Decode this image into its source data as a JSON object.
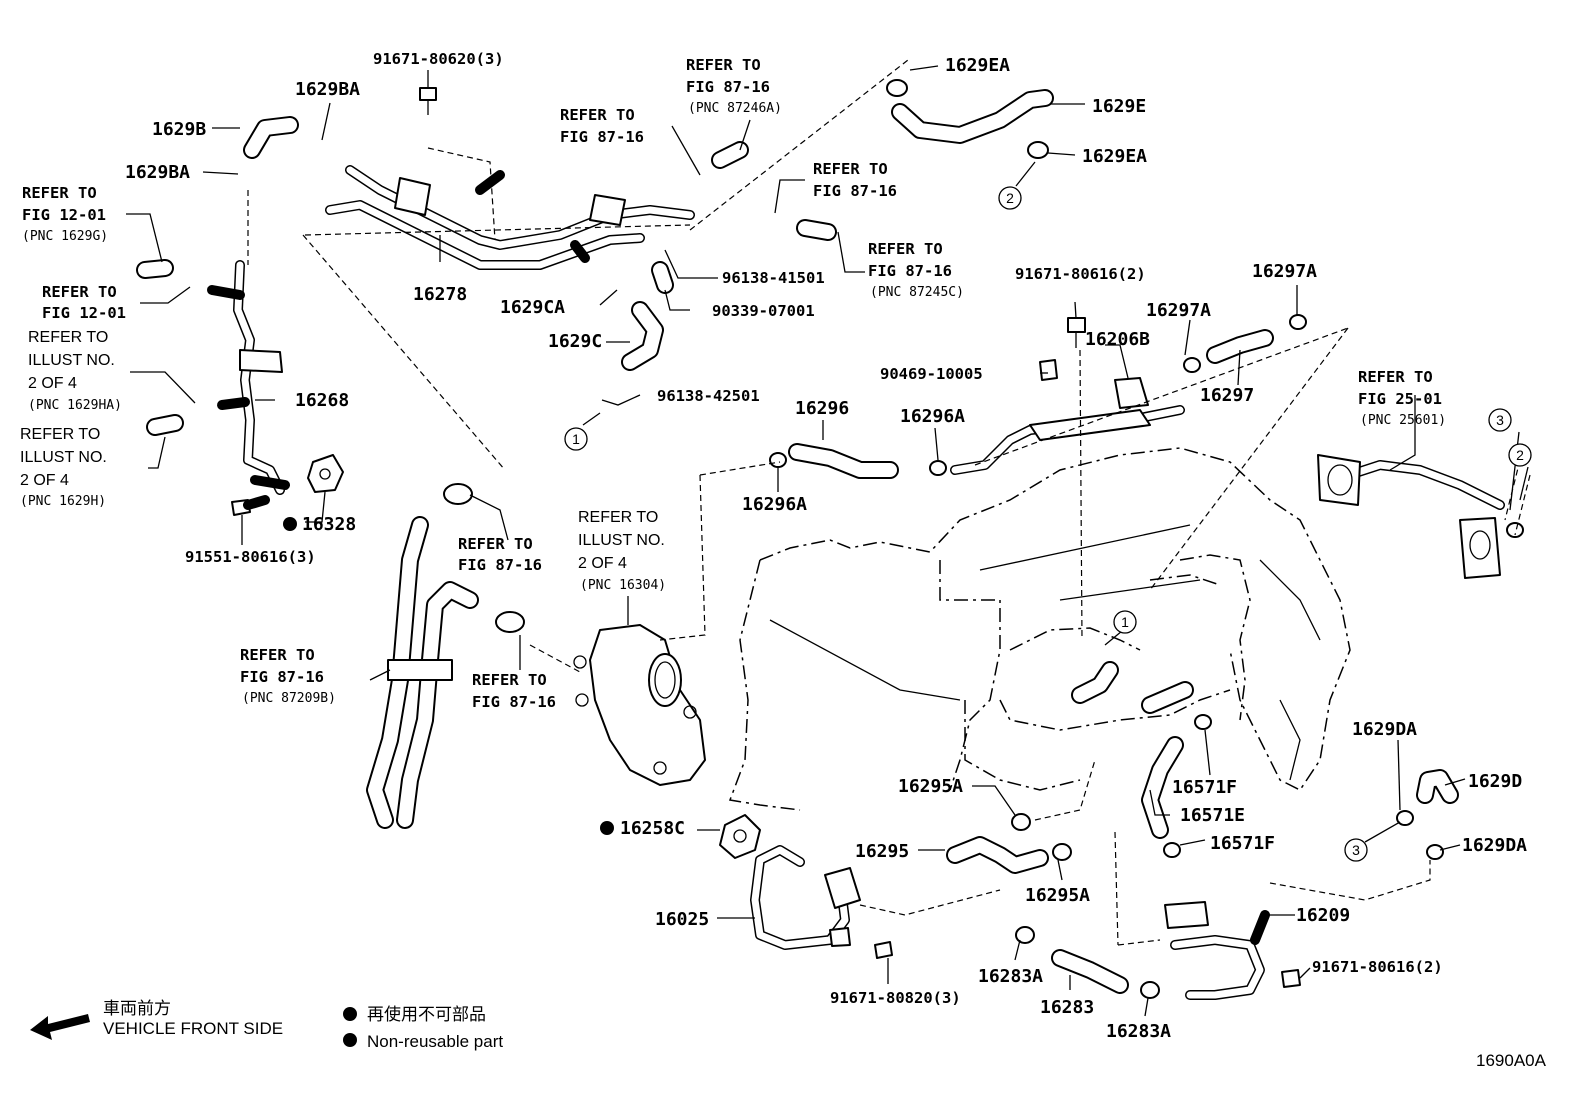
{
  "labels": {
    "l_91671_80620": "91671-80620(3)",
    "l_1629BA_top": "1629BA",
    "l_1629B": "1629B",
    "l_1629BA_left": "1629BA",
    "l_16278": "16278",
    "l_1629CA": "1629CA",
    "l_1629C": "1629C",
    "l_96138_41501": "96138-41501",
    "l_90339_07001": "90339-07001",
    "l_96138_42501": "96138-42501",
    "l_16268": "16268",
    "l_16328": "16328",
    "l_91551_80616": "91551-80616(3)",
    "l_1629EA_top": "1629EA",
    "l_1629E": "1629E",
    "l_1629EA_mid": "1629EA",
    "l_91671_80616_top": "91671-80616(2)",
    "l_16206B": "16206B",
    "l_90469_10005": "90469-10005",
    "l_16296": "16296",
    "l_16296A_top": "16296A",
    "l_16296A_bot": "16296A",
    "l_16297A_left": "16297A",
    "l_16297A_right": "16297A",
    "l_16297": "16297",
    "l_16571F_top": "16571F",
    "l_16571E": "16571E",
    "l_16571F_bot": "16571F",
    "l_16295A_top": "16295A",
    "l_16295": "16295",
    "l_16295A_bot": "16295A",
    "l_16258C": "16258C",
    "l_16025": "16025",
    "l_91671_80820": "91671-80820(3)",
    "l_16283A_left": "16283A",
    "l_16283": "16283",
    "l_16283A_right": "16283A",
    "l_16209": "16209",
    "l_91671_80616_bot": "91671-80616(2)",
    "l_1629DA_top": "1629DA",
    "l_1629D": "1629D",
    "l_1629DA_bot": "1629DA"
  },
  "refs": {
    "r1_a": "REFER TO",
    "r1_b": "FIG 87-16",
    "r1_c": "(PNC 87246A)",
    "r2_a": "REFER TO",
    "r2_b": "FIG 87-16",
    "r3_a": "REFER TO",
    "r3_b": "FIG 87-16",
    "r4_a": "REFER TO",
    "r4_b": "FIG 87-16",
    "r4_c": "(PNC 87245C)",
    "r5_a": "REFER TO",
    "r5_b": "FIG 12-01",
    "r5_c": "(PNC 1629G)",
    "r6_a": "REFER TO",
    "r6_b": "FIG 12-01",
    "r7_a": "REFER TO",
    "r7_b": "ILLUST NO.",
    "r7_c": "2 OF 4",
    "r7_d": "(PNC 1629HA)",
    "r8_a": "REFER TO",
    "r8_b": "ILLUST NO.",
    "r8_c": "2 OF 4",
    "r8_d": "(PNC 1629H)",
    "r9_a": "REFER TO",
    "r9_b": "FIG 87-16",
    "r10_a": "REFER TO",
    "r10_b": "FIG 87-16",
    "r10_c": "(PNC 87209B)",
    "r11_a": "REFER TO",
    "r11_b": "FIG 87-16",
    "r12_a": "REFER TO",
    "r12_b": "ILLUST NO.",
    "r12_c": "2 OF 4",
    "r12_d": "(PNC 16304)",
    "r13_a": "REFER TO",
    "r13_b": "FIG 25-01",
    "r13_c": "(PNC 25601)"
  },
  "callouts": {
    "c1a": "1",
    "c1b": "1",
    "c2a": "2",
    "c2b": "2",
    "c3a": "3",
    "c3b": "3"
  },
  "legend": {
    "front_jp": "車両前方",
    "front_en": "VEHICLE FRONT SIDE",
    "nonreuse_jp": "再使用不可部品",
    "nonreuse_en": "Non-reusable part"
  },
  "figure_code": "1690A0A"
}
